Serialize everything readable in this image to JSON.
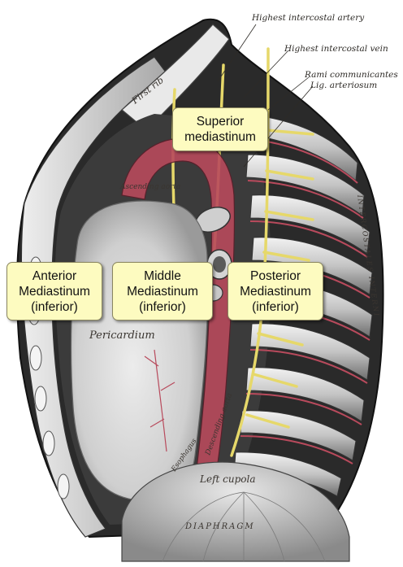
{
  "callouts": {
    "highest_intercostal_artery": "Highest intercostal artery",
    "highest_intercostal_vein": "Highest intercostal vein",
    "rami_communicantes": "Rami communicantes",
    "lig_arteriosum": "Lig. arteriosum"
  },
  "engraved_labels": {
    "first_rib": "First rib",
    "pericardium": "Pericardium",
    "left_cupola": "Left cupola",
    "diaphragm": "DIAPHRAGM",
    "internal_intercostales": "INTERCOSTALES INTERNI",
    "ascending_aorta": "Ascending aorta",
    "descending_aorta": "Descending aorta",
    "esophagus": "Esophagus"
  },
  "regions": {
    "superior": "Superior\nmediastinum",
    "anterior": "Anterior\nMediastinum\n(inferior)",
    "middle": "Middle\nMediastinum\n(inferior)",
    "posterior": "Posterior\nMediastinum\n(inferior)"
  },
  "colors": {
    "box_fill": "#fdfbc0",
    "box_border": "#8a8660",
    "nerve_yellow": "#e6d86a",
    "vessel_red": "#b84a5c",
    "pericardium_gray": "#d9d9d9"
  }
}
